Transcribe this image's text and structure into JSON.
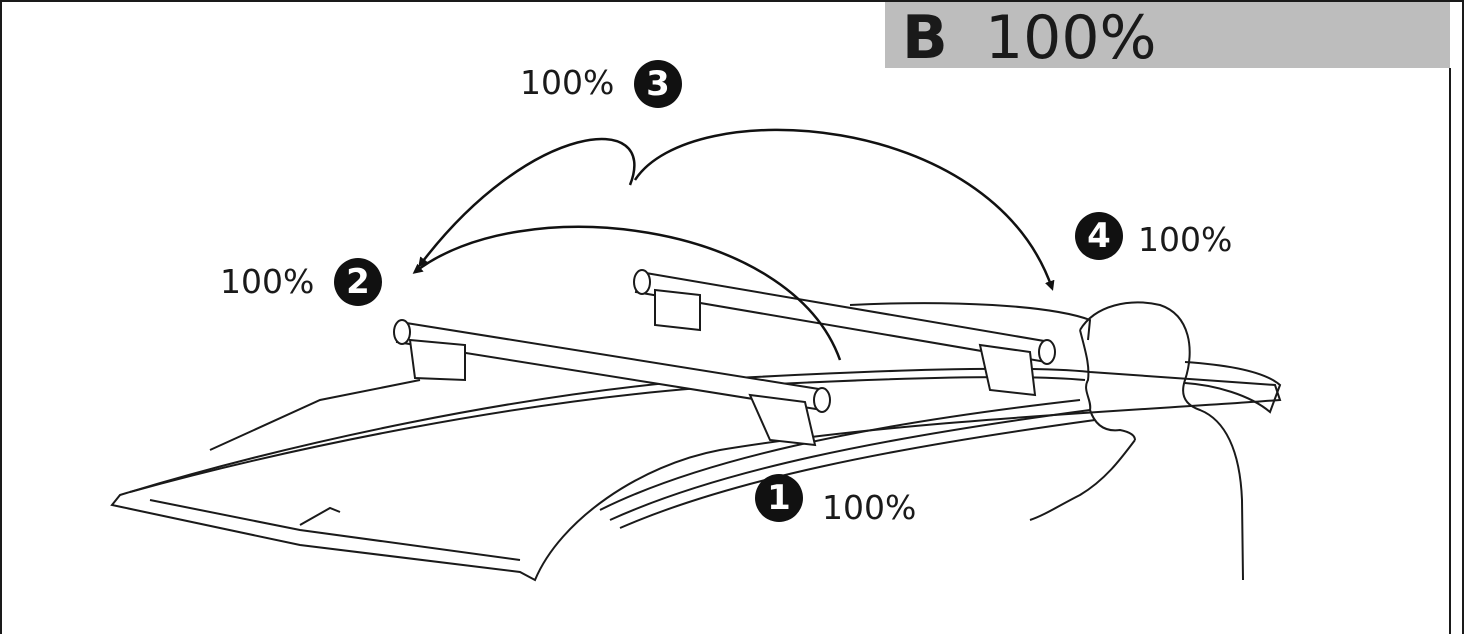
{
  "header": {
    "letter": "B",
    "percent": "100%"
  },
  "steps": [
    {
      "number": "1",
      "percent": "100%"
    },
    {
      "number": "2",
      "percent": "100%"
    },
    {
      "number": "3",
      "percent": "100%"
    },
    {
      "number": "4",
      "percent": "100%"
    }
  ],
  "colors": {
    "ink": "#111111",
    "header_bg": "#bdbdbd",
    "background": "#ffffff"
  }
}
